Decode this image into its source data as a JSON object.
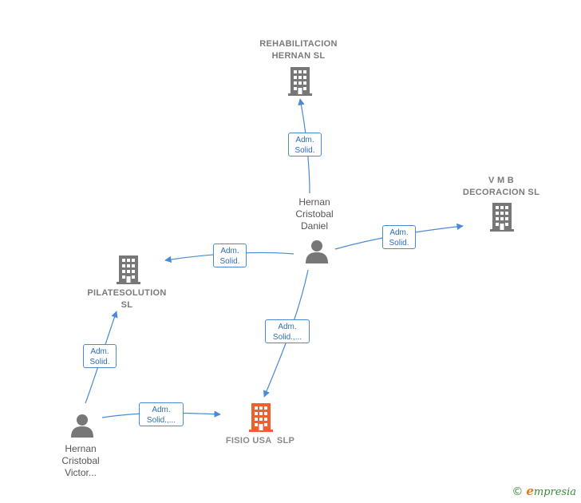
{
  "nodes": {
    "rehabilitacion": {
      "name_line1": "REHABILITACION",
      "name_line2": "HERNAN SL",
      "icon": "building-icon",
      "color": "#777777"
    },
    "vmb": {
      "name_line1": "V M B",
      "name_line2": "DECORACION SL",
      "icon": "building-icon",
      "color": "#777777"
    },
    "pilatesolution": {
      "name_line1": "PILATESOLUTION",
      "name_line2": "SL",
      "icon": "building-icon",
      "color": "#777777"
    },
    "fisio": {
      "name_line1": "FISIO USA  SLP",
      "icon": "building-icon",
      "color": "#f0602a"
    },
    "hernan_daniel": {
      "name_line1": "Hernan",
      "name_line2": "Cristobal",
      "name_line3": "Daniel",
      "icon": "person-icon",
      "color": "#777777"
    },
    "hernan_victor": {
      "name_line1": "Hernan",
      "name_line2": "Cristobal",
      "name_line3": "Victor...",
      "icon": "person-icon",
      "color": "#777777"
    }
  },
  "edges": {
    "daniel_rehab": {
      "line1": "Adm.",
      "line2": "Solid."
    },
    "daniel_vmb": {
      "line1": "Adm.",
      "line2": "Solid."
    },
    "daniel_pilates": {
      "line1": "Adm.",
      "line2": "Solid."
    },
    "daniel_fisio": {
      "line1": "Adm.",
      "line2": "Solid.,..."
    },
    "victor_pilates": {
      "line1": "Adm.",
      "line2": "Solid."
    },
    "victor_fisio": {
      "line1": "Adm.",
      "line2": "Solid.,..."
    }
  },
  "colors": {
    "edge": "#4a8ad4",
    "building": "#777777",
    "focus_building": "#f0602a",
    "person": "#777777"
  },
  "footer": {
    "copyright": "©",
    "brand_e": "e",
    "brand_rest": "mpresia"
  }
}
